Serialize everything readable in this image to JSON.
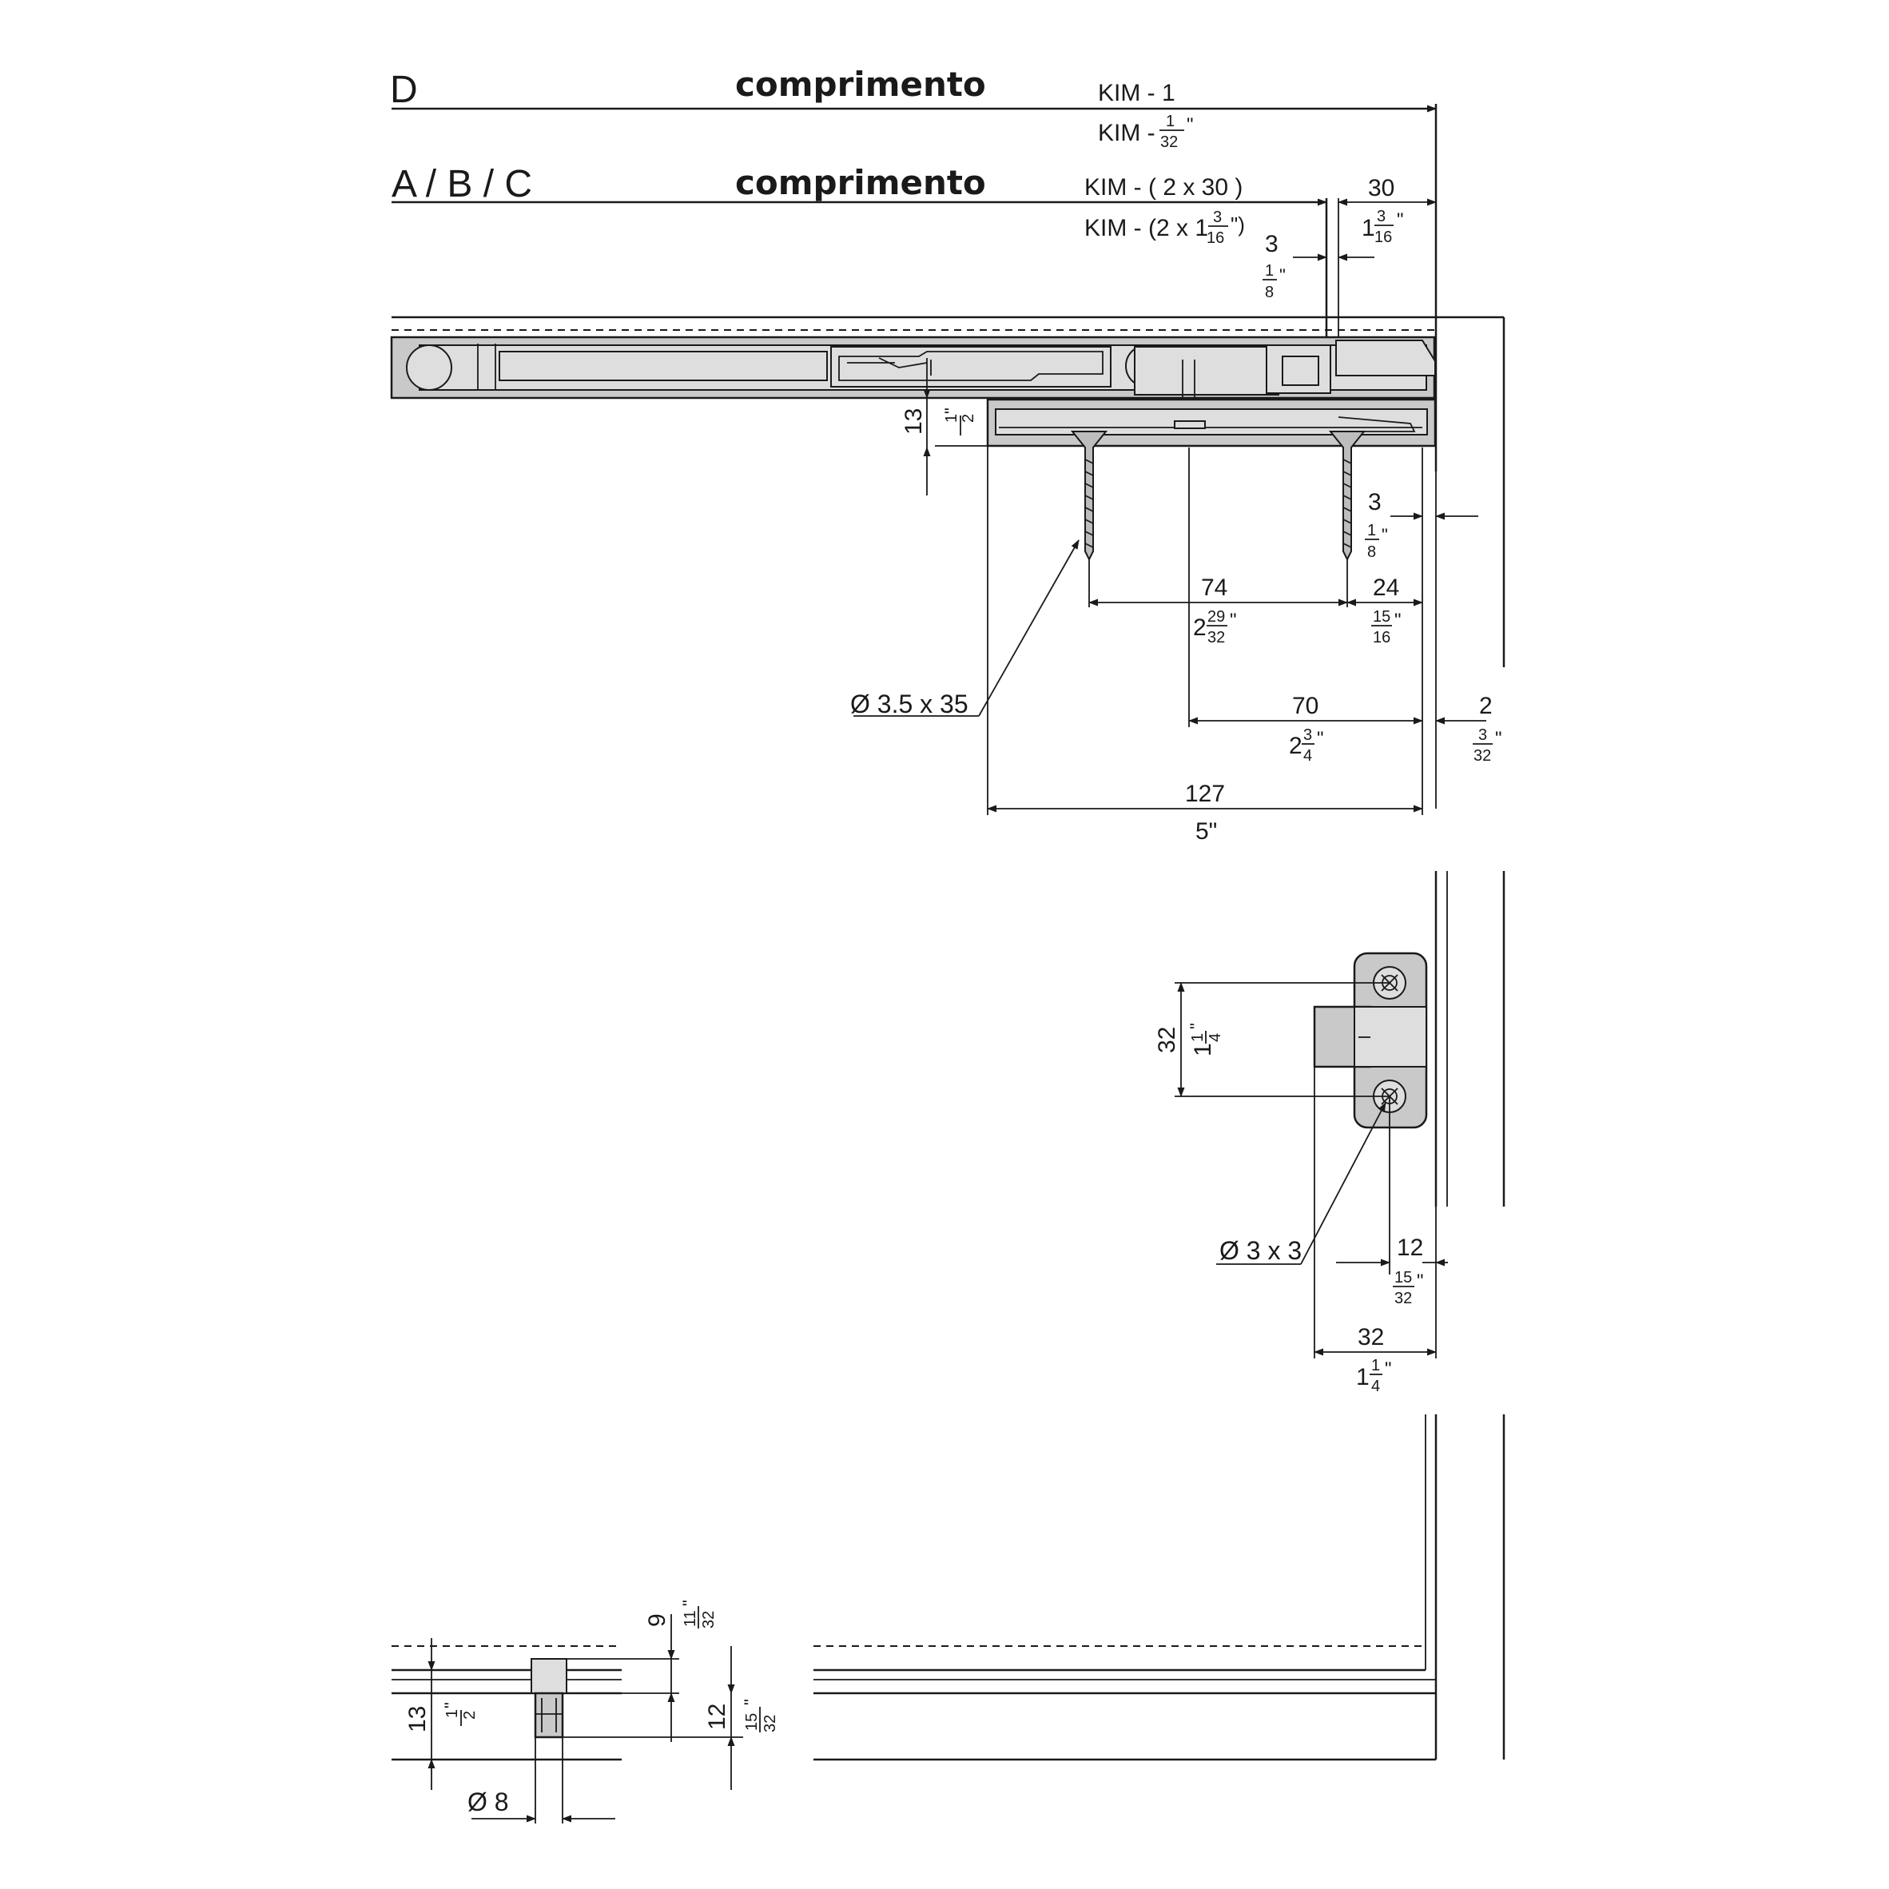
{
  "header": {
    "row_d": {
      "code": "D",
      "word": "comprimento",
      "formula_mm": "KIM - 1",
      "formula_in_prefix": "KIM -",
      "formula_in_num": "1",
      "formula_in_den": "32",
      "formula_in_unit": "\""
    },
    "row_abc": {
      "code": "A / B / C",
      "word": "comprimento",
      "formula_mm": "KIM - ( 2 x 30 )",
      "formula_in_prefix": "KIM - (2 x 1",
      "formula_in_num": "3",
      "formula_in_den": "16",
      "formula_in_suffix": "\")"
    }
  },
  "top_view": {
    "dim_30": {
      "mm": "30",
      "in_whole": "1",
      "in_num": "3",
      "in_den": "16",
      "in_unit": "\""
    },
    "dim_3_top": {
      "mm": "3",
      "in_num": "1",
      "in_den": "8",
      "in_unit": "\""
    },
    "dim_13": {
      "mm": "13",
      "in_num": "1",
      "in_den": "2",
      "in_unit": "\""
    },
    "dim_3_right": {
      "mm": "3",
      "in_num": "1",
      "in_den": "8",
      "in_unit": "\""
    },
    "dim_74": {
      "mm": "74",
      "in_whole": "2",
      "in_num": "29",
      "in_den": "32",
      "in_unit": "\""
    },
    "dim_24": {
      "mm": "24",
      "in_num": "15",
      "in_den": "16",
      "in_unit": "\""
    },
    "dim_70": {
      "mm": "70",
      "in_whole": "2",
      "in_num": "3",
      "in_den": "4",
      "in_unit": "\""
    },
    "dim_2": {
      "mm": "2",
      "in_num": "3",
      "in_den": "32",
      "in_unit": "\""
    },
    "dim_127": {
      "mm": "127",
      "in": "5\""
    },
    "screw_label": "Ø 3.5 x 35"
  },
  "side_view": {
    "dim_32_vert": {
      "mm": "32",
      "in_whole": "1",
      "in_num": "1",
      "in_den": "4",
      "in_unit": "\""
    },
    "hole_label": "Ø 3 x 3",
    "dim_12": {
      "mm": "12",
      "in_num": "15",
      "in_den": "32",
      "in_unit": "\""
    },
    "dim_32_horiz": {
      "mm": "32",
      "in_whole": "1",
      "in_num": "1",
      "in_den": "4",
      "in_unit": "\""
    }
  },
  "pin_view": {
    "dim_9": {
      "mm": "9",
      "in_num": "11",
      "in_den": "32",
      "in_unit": "\""
    },
    "dim_13": {
      "mm": "13",
      "in_num": "1",
      "in_den": "2",
      "in_unit": "\""
    },
    "dim_12": {
      "mm": "12",
      "in_num": "15",
      "in_den": "32",
      "in_unit": "\""
    },
    "dia_label": "Ø 8"
  }
}
